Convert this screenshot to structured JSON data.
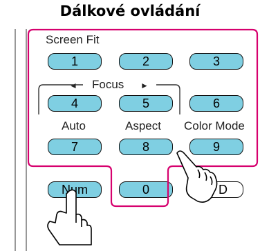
{
  "title": "Dálkové ovládání",
  "labels": {
    "screen_fit": "Screen Fit",
    "focus": "Focus",
    "focus_left": "◄",
    "focus_right": "►",
    "auto": "Auto",
    "aspect": "Aspect",
    "color_mode": "Color Mode"
  },
  "keys": {
    "k1": "1",
    "k2": "2",
    "k3": "3",
    "k4": "4",
    "k5": "5",
    "k6": "6",
    "k7": "7",
    "k8": "8",
    "k9": "9",
    "k0": "0",
    "num": "Num",
    "partial": "D"
  },
  "colors": {
    "key_fill": "#7fcfe2",
    "highlight": "#d6006e"
  },
  "icons": [
    "pointing-hand-icon",
    "pointing-hand-icon"
  ]
}
